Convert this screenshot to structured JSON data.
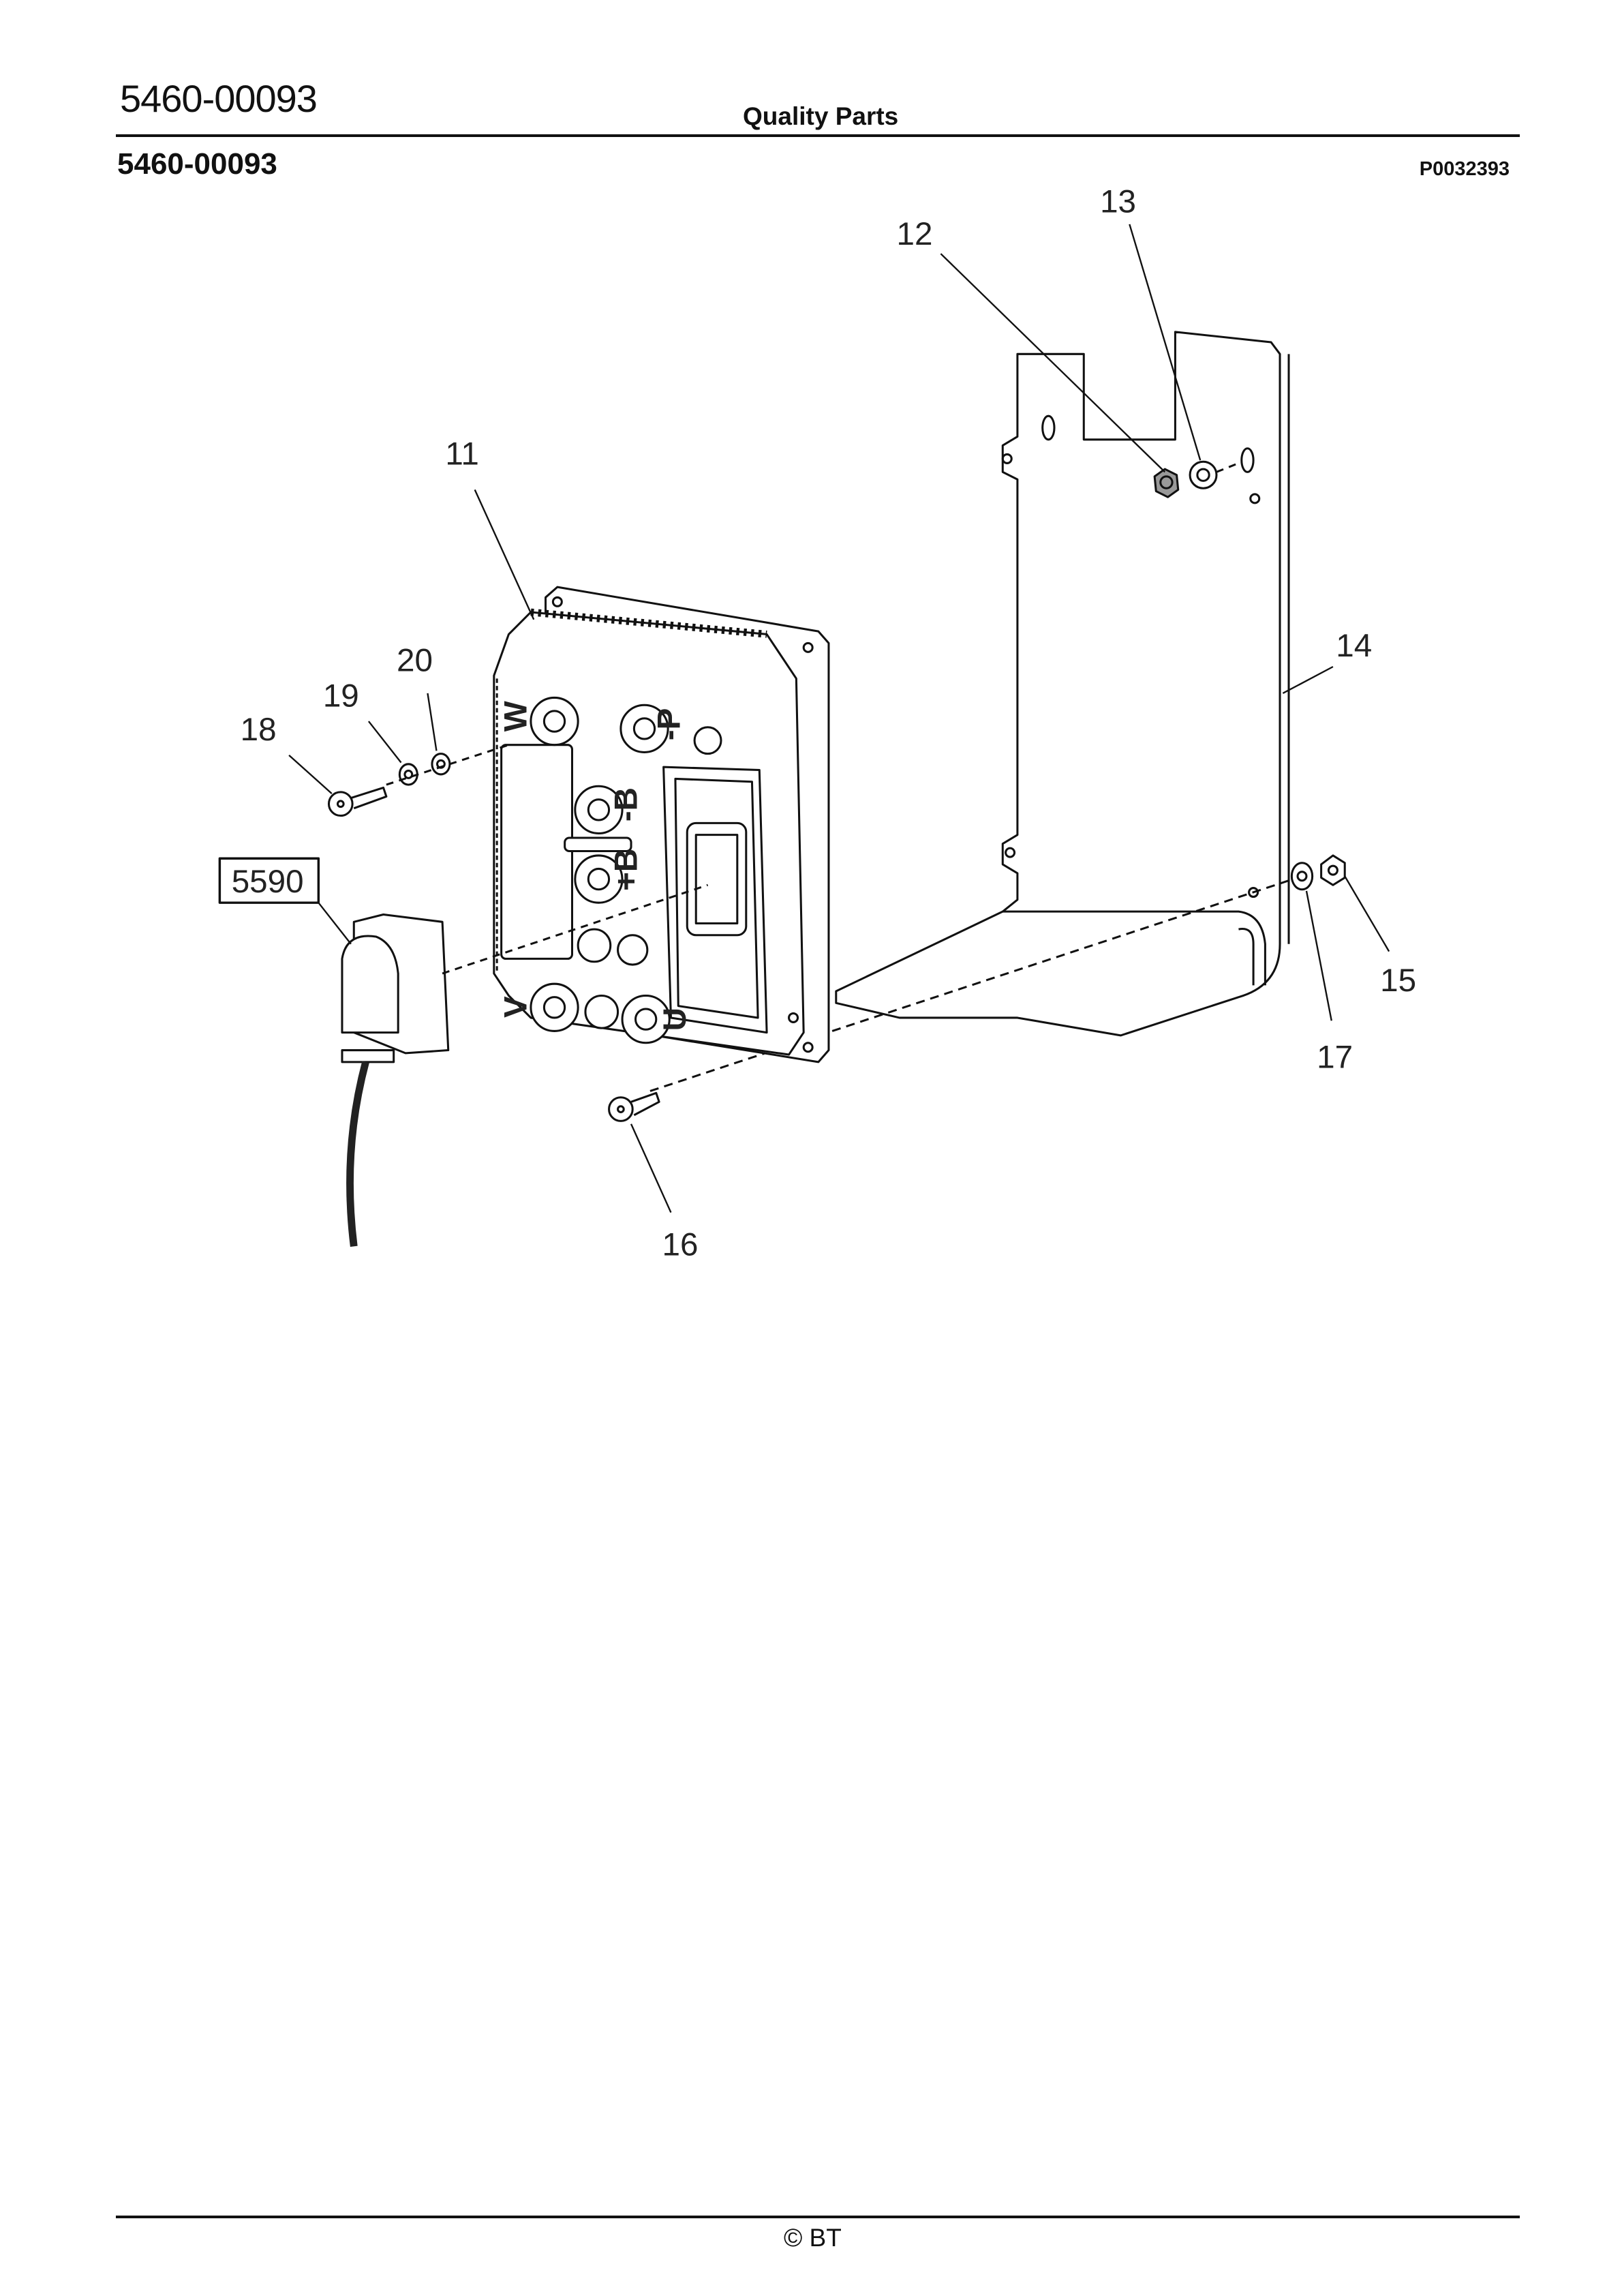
{
  "header": {
    "document_number": "5460-00093",
    "title": "Quality Parts"
  },
  "section": {
    "part_number": "5460-00093",
    "drawing_number": "P0032393"
  },
  "callouts": [
    "11",
    "12",
    "13",
    "14",
    "15",
    "16",
    "17",
    "18",
    "19",
    "20"
  ],
  "reference_box": "5590",
  "terminal_labels": [
    "W",
    "-P",
    "-B",
    "+B",
    "V",
    "U"
  ],
  "footer": {
    "copyright": "© BT"
  }
}
